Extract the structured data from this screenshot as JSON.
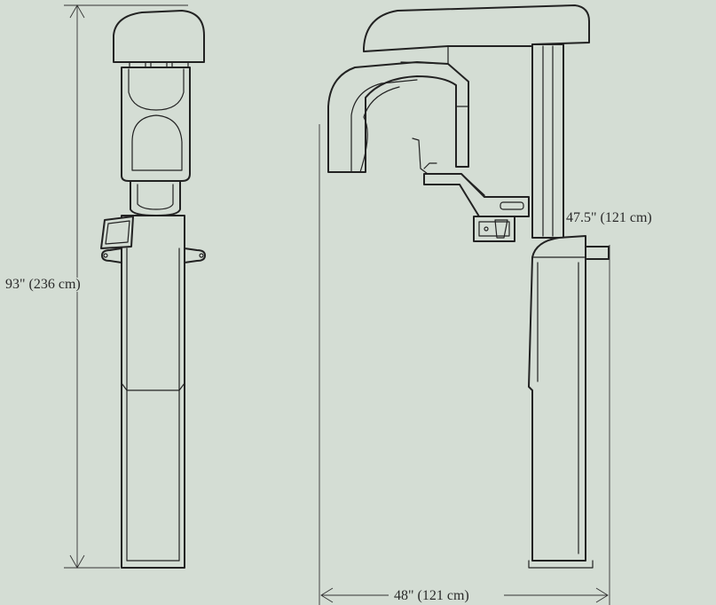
{
  "dimensions": {
    "height_label": "93\" (236 cm)",
    "reach_label": "47.5\" (121 cm)",
    "width_label": "48\" (121 cm)"
  },
  "colors": {
    "background": "#d4ddd4",
    "line": "#222222"
  }
}
